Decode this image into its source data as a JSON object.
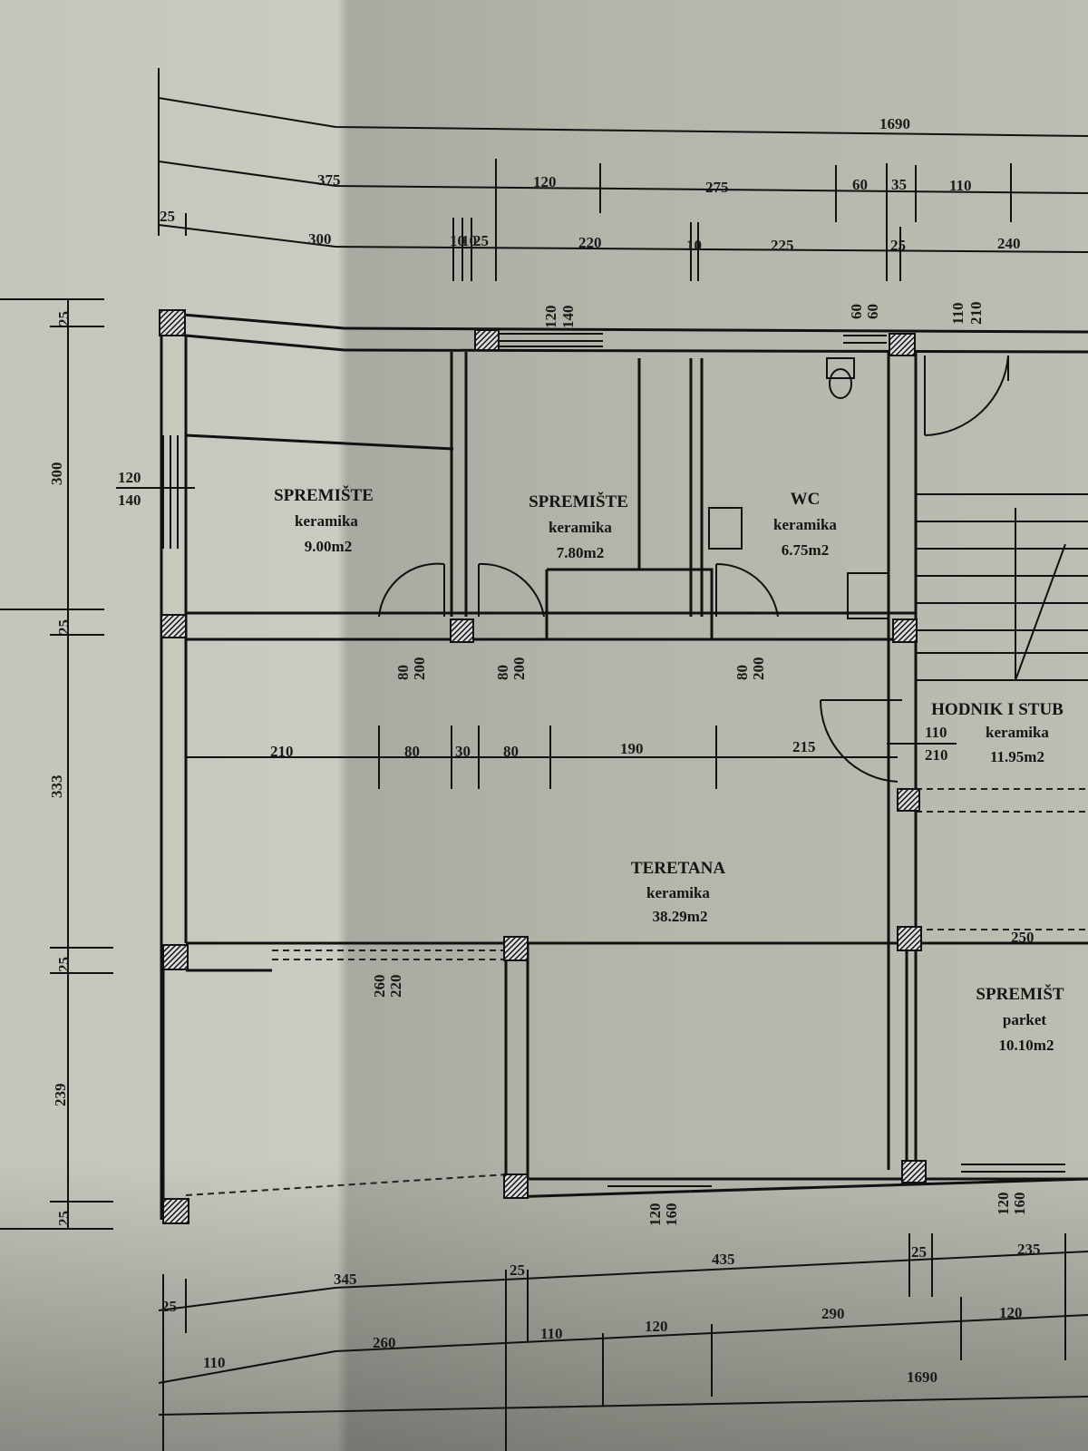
{
  "plan": {
    "rooms": [
      {
        "name": "SPREMIŠTE",
        "floor": "keramika",
        "area": "9.00m2"
      },
      {
        "name": "SPREMIŠTE",
        "floor": "keramika",
        "area": "7.80m2"
      },
      {
        "name": "WC",
        "floor": "keramika",
        "area": "6.75m2"
      },
      {
        "name": "HODNIK I STUB",
        "floor": "keramika",
        "area": "11.95m2"
      },
      {
        "name": "TERETANA",
        "floor": "keramika",
        "area": "38.29m2"
      },
      {
        "name": "SPREMIŠT",
        "floor": "parket",
        "area": "10.10m2"
      }
    ],
    "top_dims": {
      "total": "1690",
      "row2": [
        "375",
        "120",
        "275",
        "60",
        "35",
        "110"
      ],
      "row3": [
        "25",
        "300",
        "10",
        "10",
        "25",
        "220",
        "10",
        "225",
        "25",
        "240"
      ]
    },
    "left_dims": [
      "25",
      "300",
      "25",
      "333",
      "25",
      "239",
      "25"
    ],
    "inner_dims": [
      "210",
      "80",
      "30",
      "80",
      "190",
      "215",
      "250"
    ],
    "bottom_dims": {
      "row1": [
        "25",
        "345",
        "25",
        "435",
        "25",
        "235"
      ],
      "row2": [
        "110",
        "260",
        "110",
        "120",
        "290",
        "120"
      ],
      "total": "1690"
    },
    "openings": {
      "top_window": [
        "120",
        "140"
      ],
      "wc_window": [
        "60",
        "60"
      ],
      "entry_door": [
        "110",
        "210"
      ],
      "left_window": [
        "120",
        "140"
      ],
      "door1": [
        "80",
        "200"
      ],
      "door2": [
        "80",
        "200"
      ],
      "door3": [
        "80",
        "200"
      ],
      "hall_door": [
        "110",
        "210"
      ],
      "big_opening": [
        "260",
        "220"
      ],
      "bottom_window1": [
        "120",
        "160"
      ],
      "bottom_window2": [
        "120",
        "160"
      ]
    }
  }
}
